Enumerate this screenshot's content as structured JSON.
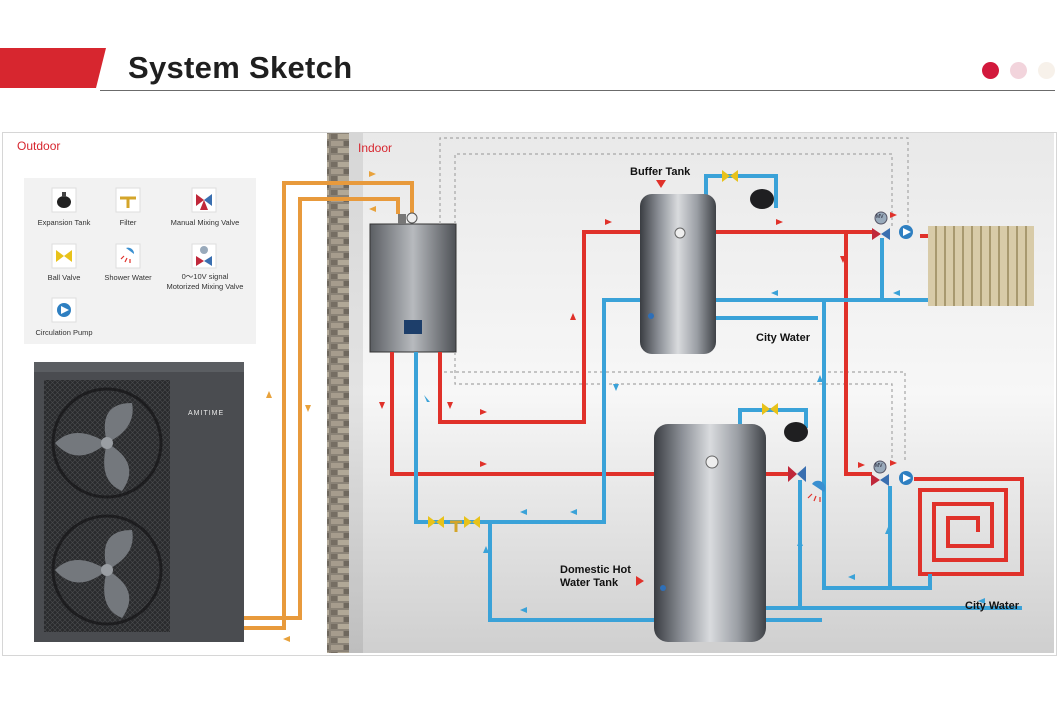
{
  "header": {
    "title": "System Sketch",
    "accent_color": "#d7262f",
    "pager_dots": [
      "#d2193c",
      "#f2d4dc",
      "#f7f1ea"
    ]
  },
  "zones": {
    "outdoor": "Outdoor",
    "indoor": "Indoor"
  },
  "legend": {
    "items": [
      {
        "icon": "expansion-tank-icon",
        "label": "Expansion Tank"
      },
      {
        "icon": "filter-icon",
        "label": "Filter"
      },
      {
        "icon": "manual-mixing-valve-icon",
        "label": "Manual Mixing Valve"
      },
      {
        "icon": "ball-valve-icon",
        "label": "Ball Valve"
      },
      {
        "icon": "shower-water-icon",
        "label": "Shower Water"
      },
      {
        "icon": "motorized-mixing-valve-icon",
        "label_line1": "0～10V signal",
        "label_line2": "Motorized Mixing Valve"
      },
      {
        "icon": "circulation-pump-icon",
        "label": "Circulation Pump"
      }
    ]
  },
  "components": {
    "heat_pump_brand": "AMITIME",
    "buffer_tank": "Buffer Tank",
    "domestic_tank_line1": "Domestic Hot",
    "domestic_tank_line2": "Water Tank",
    "city_water_top": "City Water",
    "city_water_bottom": "City Water",
    "mv_tag": "MV"
  },
  "colors": {
    "hot_pipe": "#e0312a",
    "cold_pipe": "#3aa2d8",
    "refrigerant_pipe": "#e89a3c",
    "dashed_wire": "#a6a6a6",
    "wall": "#8a8276"
  }
}
